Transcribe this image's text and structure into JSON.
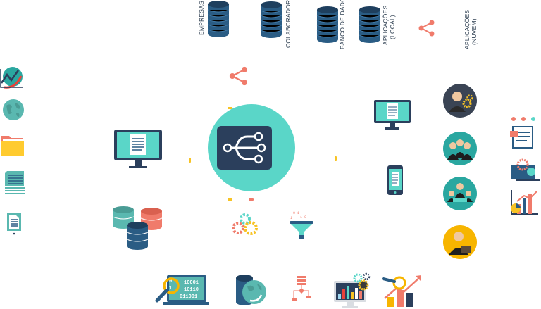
{
  "top_labels": {
    "empresas": "EMPRESAS",
    "colaboradores": "COLABORADORES",
    "banco_de_dados": "BANCO DE DADOS",
    "aplicacoes_local": [
      "APLICAÇÕES",
      "(LOCAL)"
    ],
    "aplicacoes_nuvem": [
      "APLICAÇÕES",
      "(NUVEM)"
    ]
  },
  "binary": [
    "0",
    "1",
    "10001",
    "10110",
    "011001"
  ],
  "colors": {
    "navy": "#2b3f5c",
    "db_blue": "#2a5c84",
    "teal": "#5ad6c8",
    "coral": "#f07b6b",
    "yellow": "#f7c325"
  }
}
